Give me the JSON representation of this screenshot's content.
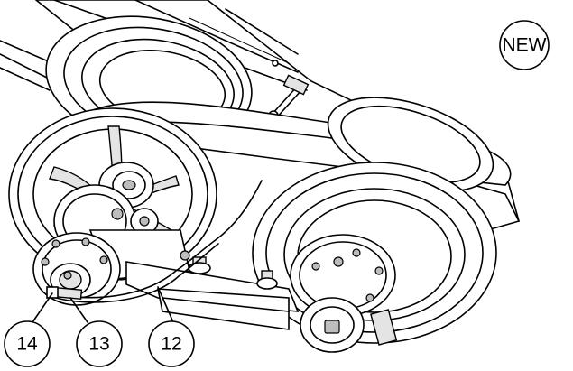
{
  "badge": {
    "label": "NEW"
  },
  "callouts": [
    {
      "id": "14",
      "label": "14"
    },
    {
      "id": "13",
      "label": "13"
    },
    {
      "id": "12",
      "label": "12"
    }
  ]
}
